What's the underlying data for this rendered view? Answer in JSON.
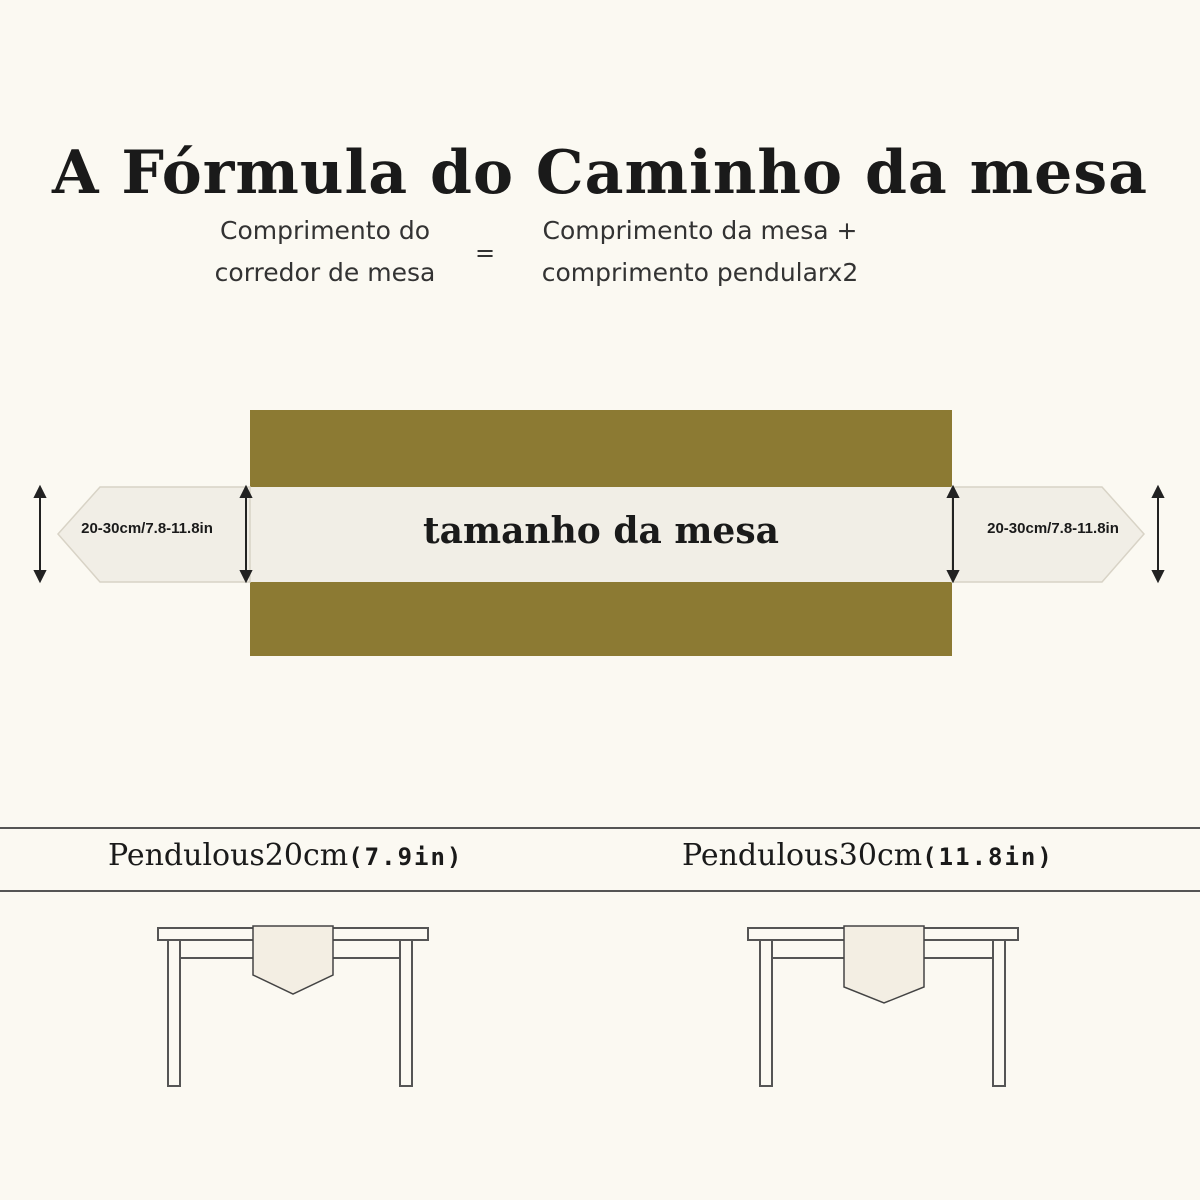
{
  "title": "A Fórmula do Caminho da mesa",
  "formula": {
    "left_line1": "Comprimento do",
    "left_line2": "corredor de mesa",
    "equals": "=",
    "right_line1": "Comprimento da mesa +",
    "right_line2": "comprimento pendularx2"
  },
  "runner_diagram": {
    "table_label": "tamanho da mesa",
    "dimension_left": "20-30cm/7.8-11.8in",
    "dimension_right": "20-30cm/7.8-11.8in"
  },
  "examples": [
    {
      "caption_main": "Pendulous20cm",
      "caption_unit": "(7.9in)"
    },
    {
      "caption_main": "Pendulous30cm",
      "caption_unit": "(11.8in)"
    }
  ],
  "colors": {
    "background": "#fbf9f2",
    "table_top": "#8c7a33",
    "runner": "#f1eee6",
    "runner_edge": "#d8d3c6",
    "line": "#555555"
  }
}
